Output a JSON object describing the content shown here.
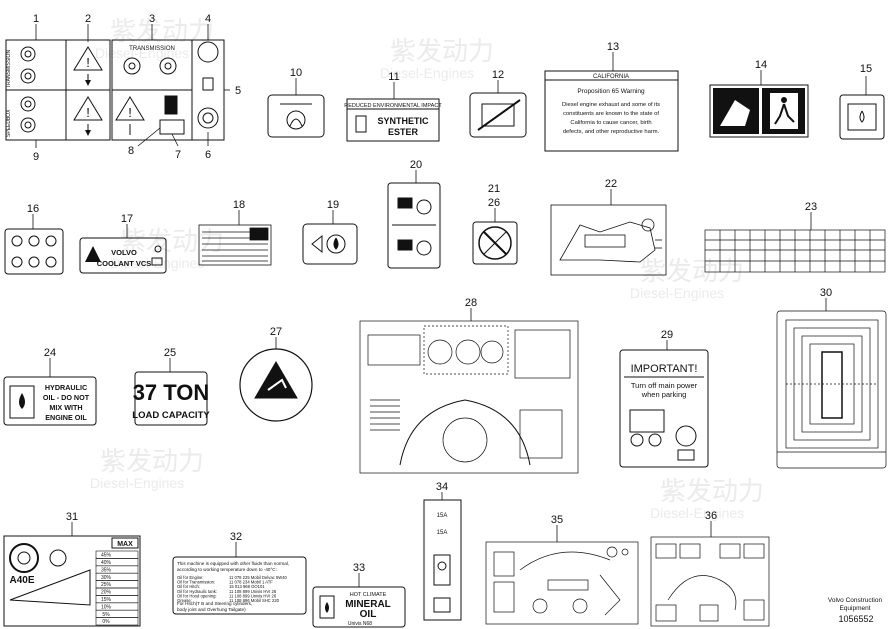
{
  "watermark": {
    "cn": "紫发动力",
    "en": "Diesel-Engines"
  },
  "callouts": [
    "1",
    "2",
    "3",
    "4",
    "5",
    "6",
    "7",
    "8",
    "9",
    "10",
    "11",
    "12",
    "13",
    "14",
    "15",
    "16",
    "17",
    "18",
    "19",
    "20",
    "21",
    "22",
    "23",
    "24",
    "25",
    "26",
    "27",
    "28",
    "29",
    "30",
    "31",
    "32",
    "33",
    "34",
    "35",
    "36"
  ],
  "decals": {
    "transmission_panel": {
      "side_label_top": "TRANSMISSION",
      "side_label_bottom": "SPEEDBOX",
      "box_title": "TRANSMISSION"
    },
    "d11": {
      "line1": "REDUCED ENVIRONMENTAL IMPACT",
      "line2": "SYNTHETIC",
      "line3": "ESTER"
    },
    "d13": {
      "title": "CALIFORNIA",
      "subtitle": "Proposition 65 Warning",
      "line1": "Diesel engine exhaust and some of its",
      "line2": "constituents are known to the state of",
      "line3": "California to cause cancer, birth",
      "line4": "defects, and other reproductive harm."
    },
    "d17": {
      "line1": "VOLVO",
      "line2": "COOLANT VCS"
    },
    "d24": {
      "line1": "HYDRAULIC",
      "line2": "OIL - DO NOT",
      "line3": "MIX WITH",
      "line4": "ENGINE OIL"
    },
    "d25": {
      "line1": "37 TON",
      "line2": "LOAD CAPACITY"
    },
    "d29": {
      "title": "IMPORTANT!",
      "line1": "Turn off main power",
      "line2": "when parking"
    },
    "d31": {
      "model": "A40E",
      "col_header": "MAX",
      "rows": [
        "45%",
        "40%",
        "35%",
        "30%",
        "25%",
        "20%",
        "15%",
        "10%",
        "5%",
        "0%"
      ]
    },
    "d32": {
      "intro1": "This machine is equipped with other fluids than normal,",
      "intro2": "according to working temperature down to -40°C:",
      "rows": [
        {
          "label": "Oil for Engine:",
          "value": "11 078 225  Mobil Delvac 5W40"
        },
        {
          "label": "Oil for Transmission:",
          "value": "11 078 234  Mobil 1 ATF"
        },
        {
          "label": "Oil for Hitch:",
          "value": "15 013 968  GO101"
        },
        {
          "label": "Oil for Hydraulic tank:",
          "value": "11 108 899  Univis HVI 26"
        },
        {
          "label": "Oil for Hood opening:",
          "value": "11 108 899  Univis HVI 26"
        },
        {
          "label": "Grease:",
          "value": "11 108 896  Mobil SHC 220"
        }
      ],
      "footer1": "For Hitch(T B and Steering cylinders,",
      "footer2": "body joint and Overhung Tailgate)"
    },
    "d33": {
      "line1": "HOT CLIMATE",
      "line2": "MINERAL",
      "line3": "OIL",
      "line4": "Univis N68"
    },
    "d34": {
      "fuse1": "15A",
      "fuse2": "15A"
    }
  },
  "footer": {
    "line1": "Volvo Construction",
    "line2": "Equipment",
    "id": "1056552"
  }
}
